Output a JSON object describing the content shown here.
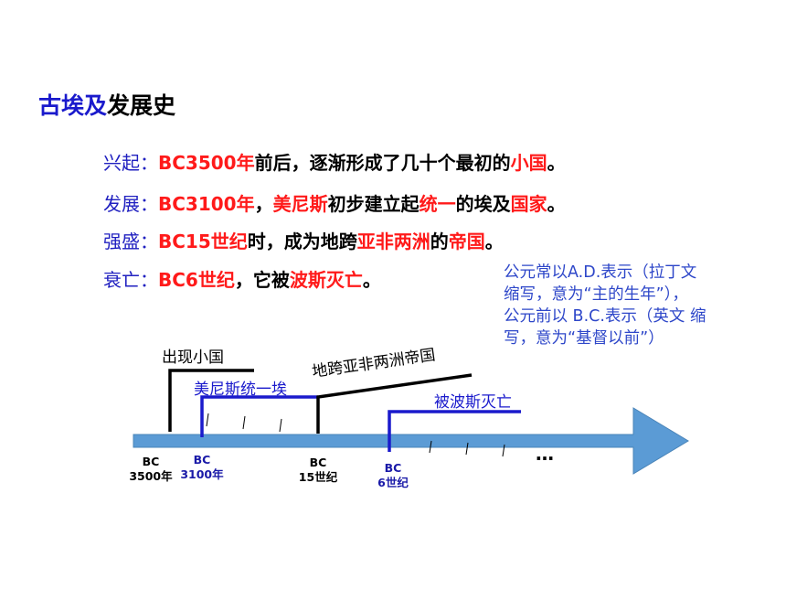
{
  "title": {
    "part1": "古埃及",
    "part2": "发展史",
    "part1_color": "#1a1acc",
    "part2_color": "#000000"
  },
  "lines": [
    {
      "label": "兴起：",
      "segments": [
        "BC3500年",
        "前后，逐渐形成了几十个最初的",
        "小国",
        "。"
      ]
    },
    {
      "label": "发展：",
      "segments": [
        "BC3100年",
        "，",
        "美尼斯",
        "初步建立起",
        "统一",
        "的埃及",
        "国家",
        "。"
      ]
    },
    {
      "label": "强盛：",
      "segments": [
        "BC15世纪",
        "时，成为地跨",
        "亚非两洲",
        "的",
        "帝国",
        "。"
      ]
    },
    {
      "label": "衰亡：",
      "segments": [
        "BC6世纪",
        "，它被",
        "波斯灭亡",
        "。"
      ]
    }
  ],
  "note": "公元常以A.D.表示（拉丁文\n缩写，意为“主的生年”），\n公元前以 B.C.表示（英文 缩\n写，意为“基督以前”）",
  "timeline": {
    "labels": {
      "small_states": "出现小国",
      "unified": "美尼斯统一埃",
      "empire": "地跨亚非两洲帝国",
      "persia": "被波斯灭亡"
    },
    "ticks": [
      {
        "top": "BC",
        "bottom": "3500年",
        "color": "#000000"
      },
      {
        "top": "BC",
        "bottom": "3100年",
        "color": "#1a1aa8"
      },
      {
        "top": "BC",
        "bottom": "15世纪",
        "color": "#000000"
      },
      {
        "top": "BC",
        "bottom": "6世纪",
        "color": "#1a1aa8"
      }
    ],
    "ellipsis": "…",
    "arrow_color": "#5b9bd5"
  },
  "colors": {
    "accent_red": "#ff1a1a",
    "accent_blue": "#1a1acc",
    "note_blue": "#2e47c9"
  }
}
